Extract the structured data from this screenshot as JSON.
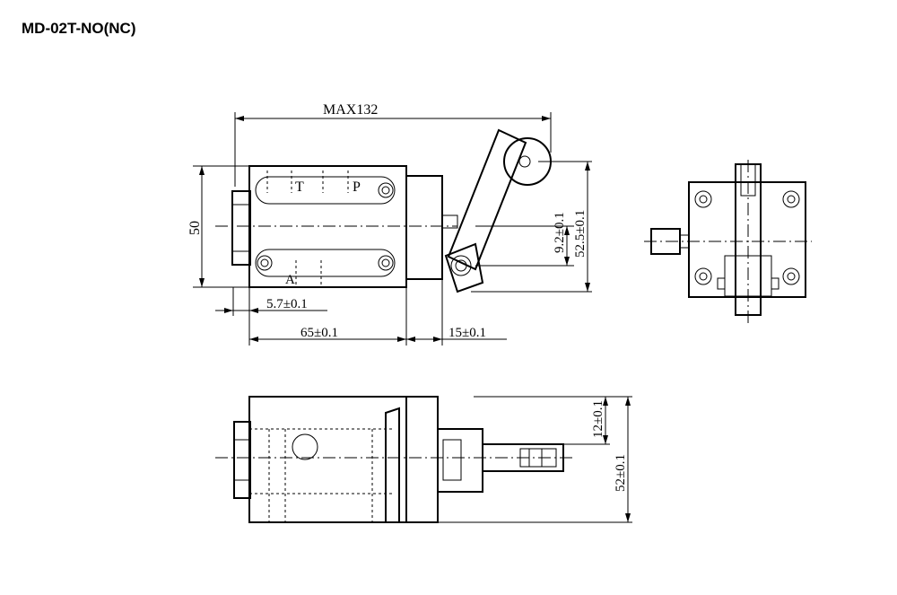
{
  "title": "MD-02T-NO(NC)",
  "colors": {
    "ink": "#000000",
    "background": "#ffffff"
  },
  "dimensions": {
    "max_length": "MAX132",
    "height": "50",
    "offset_a": "5.7±0.1",
    "body_length": "65±0.1",
    "lever_offset": "15±0.1",
    "roller_offset": "9.2±0.1",
    "lever_height": "52.5±0.1",
    "side_offset": "12±0.1",
    "side_height": "52±0.1"
  },
  "ports": {
    "t": "T",
    "p": "P",
    "a": "A"
  }
}
